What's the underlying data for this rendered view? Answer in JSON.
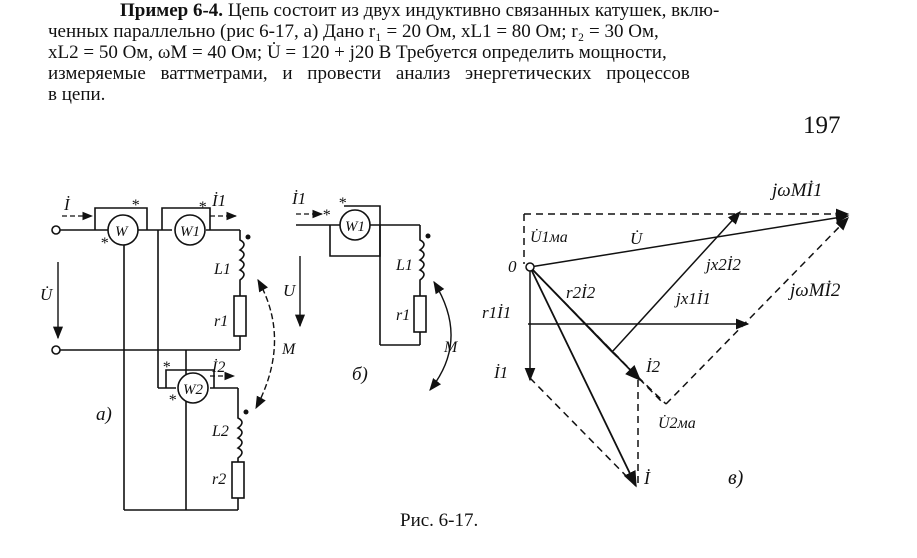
{
  "page_number": "197",
  "problem": {
    "lead": "Пример 6-4.",
    "line1_rest": " Цепь состоит из двух индуктивно связанных катушек, вклю-",
    "line2": "ченных параллельно (рис 6-17, а) Дано  r₁ = 20 Ом,  xL1 = 80 Ом;  r₂ = 30 Ом,",
    "line3": "xL2 = 50 Ом,  ωM = 40 Ом;  U̇ = 120 + j20 В   Требуется определить мощности,",
    "line4": "измеряемые  ваттметрами,  и  провести  анализ  энергетических  процессов",
    "line5": "в цепи."
  },
  "figure": {
    "caption": "Рис. 6-17.",
    "circuit_a": {
      "label": "а)",
      "current_total": "İ",
      "current_1": "İ1",
      "current_2": "İ2",
      "voltage": "U̇",
      "wattmeter_total": "W",
      "wattmeter_1": "W1",
      "wattmeter_2": "W2",
      "inductor_1": "L1",
      "resistor_1": "r1",
      "inductor_2": "L2",
      "resistor_2": "r2",
      "mutual": "M",
      "star": "*"
    },
    "circuit_b": {
      "label": "б)",
      "current_1": "İ1",
      "voltage": "U",
      "wattmeter_1": "W1",
      "inductor_1": "L1",
      "resistor_1": "r1",
      "mutual": "M",
      "star": "*"
    },
    "diagram_c": {
      "label": "в)",
      "origin": "0",
      "U": "U̇",
      "U1ma": "U̇1ма",
      "U2ma": "U̇2ма",
      "jwMI1": "jωMİ1",
      "jwMI2": "jωMİ2",
      "jx2I2": "jx2İ2",
      "jx1I1": "jx1İ1",
      "r2I2": "r2İ2",
      "r1I1": "r1İ1",
      "I1": "İ1",
      "I2": "İ2",
      "I": "İ"
    }
  }
}
